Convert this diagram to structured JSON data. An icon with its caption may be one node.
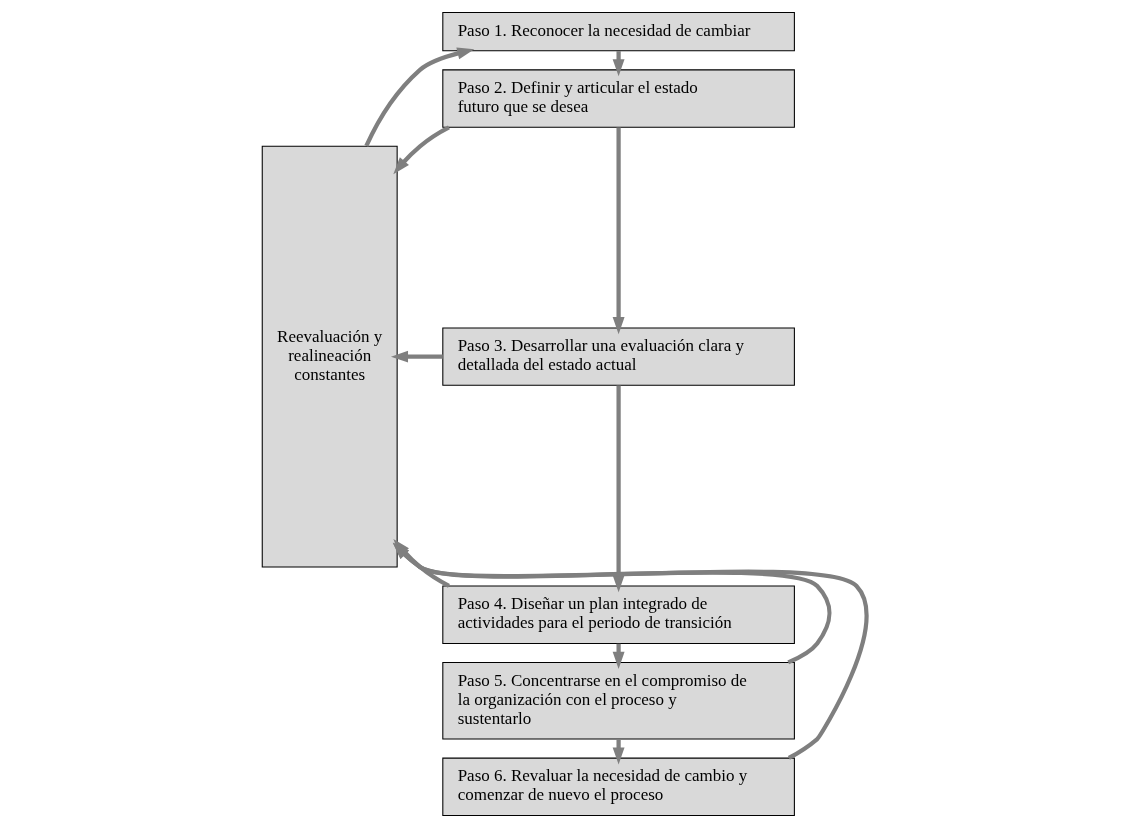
{
  "diagram": {
    "nodes": [
      {
        "text": [
          "Reevaluación y realineación constantes"
        ]
      },
      {
        "text": [
          "Paso 1. Reconocer la necesidad de cambiar"
        ]
      },
      {
        "text": [
          "Paso 2. Definir y articular el estado futuro que se desea"
        ]
      },
      {
        "text": [
          "Paso 3. Desarrollar una evaluación clara y detallada del estado actual"
        ]
      },
      {
        "text": [
          "Paso 4. Diseñar un plan integrado de actividades para el periodo de transición"
        ]
      },
      {
        "text": [
          "Paso 5. Concentrarse en el compromiso de la organización con el proceso y sustentarlo"
        ]
      },
      {
        "text": [
          "Paso 6. Revaluar la necesidad de cambio y comenzar de nuevo el proceso"
        ]
      }
    ],
    "edges": [
      {
        "from": 0,
        "to": 1,
        "arrow": "to"
      },
      {
        "from": 1,
        "to": 2,
        "arrow": "to"
      },
      {
        "from": 2,
        "to": 0,
        "arrow": "to"
      },
      {
        "from": 2,
        "to": 3,
        "arrow": "to"
      },
      {
        "from": 3,
        "to": 0,
        "arrow": "to"
      },
      {
        "from": 3,
        "to": 4,
        "arrow": "to"
      },
      {
        "from": 4,
        "to": 0,
        "arrow": "to"
      },
      {
        "from": 4,
        "to": 5,
        "arrow": "to"
      },
      {
        "from": 5,
        "to": 0,
        "arrow": "to"
      },
      {
        "from": 5,
        "to": 6,
        "arrow": "to"
      },
      {
        "from": 6,
        "to": 0,
        "arrow": "to"
      }
    ]
  }
}
